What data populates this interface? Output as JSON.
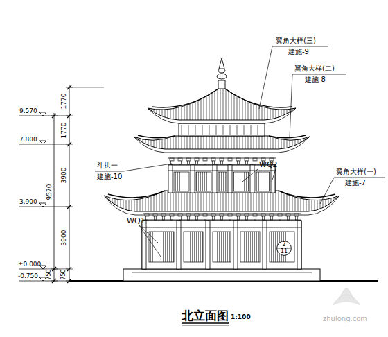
{
  "diagram": {
    "title": "北立面图",
    "nodes": [
      {
        "text": [
          "2",
          "11"
        ]
      }
    ],
    "edges": [],
    "labels": [
      "翼角大样(三)",
      "建施-9",
      "翼角大样(二)",
      "建施-8",
      "斗拱一",
      "建施-10",
      "WQ2",
      "翼角大样(一)",
      "建施-7",
      "WQ1",
      "9.570",
      "7.800",
      "3.900",
      "±0.000",
      "-0.750",
      "1770",
      "1770",
      "3900",
      "9570",
      "3900",
      "750",
      "750",
      "1:100",
      "zhulong.com"
    ]
  }
}
